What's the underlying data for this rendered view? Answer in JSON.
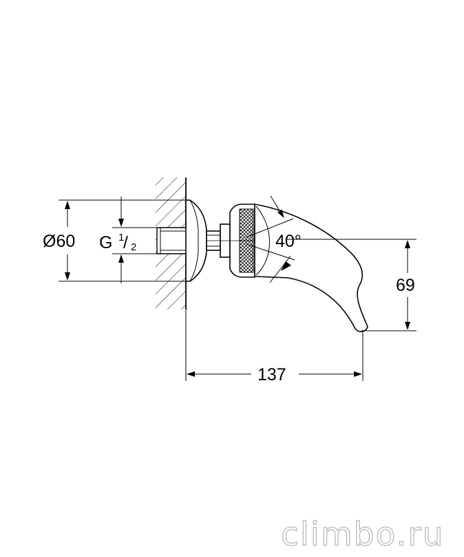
{
  "dimensions": {
    "diameter": "Ø60",
    "thread_main": "G",
    "thread_num": "1",
    "thread_slash": "/",
    "thread_den": "2",
    "angle": "40°",
    "height": "69",
    "length": "137"
  },
  "watermark": "climbo.ru",
  "colors": {
    "line": "#000000",
    "background": "#ffffff",
    "watermark_outline": "#b9b9b9"
  }
}
